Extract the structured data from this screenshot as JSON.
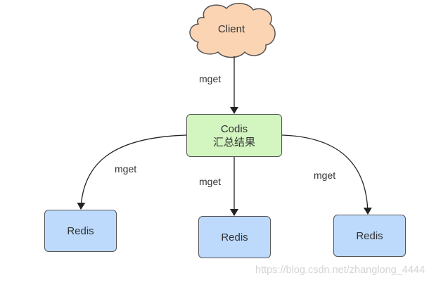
{
  "client": {
    "label": "Client"
  },
  "codis": {
    "title": "Codis",
    "subtitle": "汇总结果"
  },
  "redis_nodes": [
    {
      "label": "Redis"
    },
    {
      "label": "Redis"
    },
    {
      "label": "Redis"
    }
  ],
  "edges": {
    "client_to_codis": "mget",
    "codis_to_left": "mget",
    "codis_to_middle": "mget",
    "codis_to_right": "mget"
  },
  "watermark": "https://blog.csdn.net/zhanglong_4444",
  "colors": {
    "cloud": "#fbd4b4",
    "codis": "#d3f5c0",
    "redis": "#bdd9fb"
  }
}
